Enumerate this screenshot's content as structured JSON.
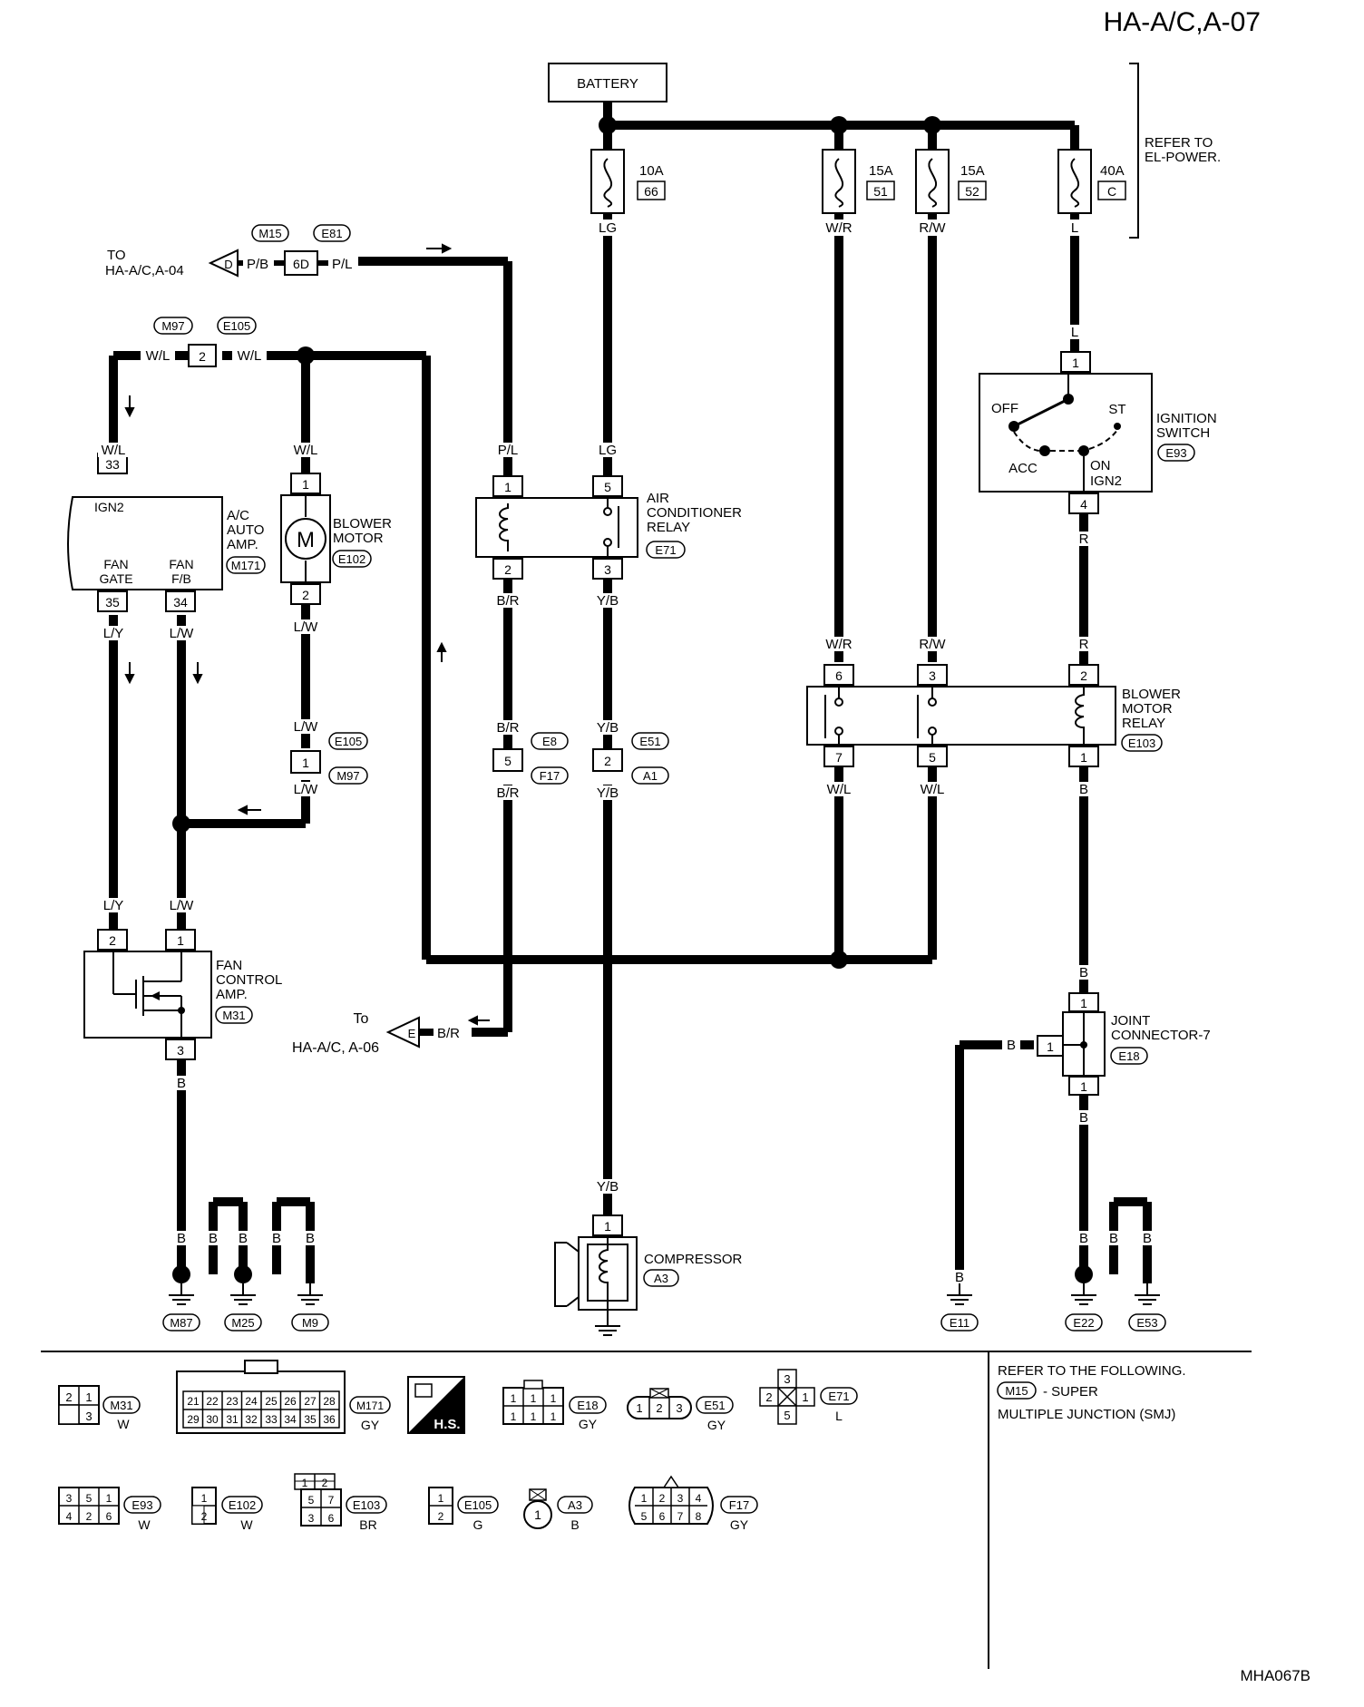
{
  "header": {
    "page_id": "HA-A/C,A-07"
  },
  "footer": {
    "figure_code": "MHA067B"
  },
  "power": {
    "battery_label": "BATTERY",
    "refer_to": [
      "REFER TO",
      "EL-POWER."
    ],
    "fuses": [
      {
        "amp": "10A",
        "num": "66",
        "wire": "LG"
      },
      {
        "amp": "15A",
        "num": "51",
        "wire": "W/R"
      },
      {
        "amp": "15A",
        "num": "52",
        "wire": "R/W"
      },
      {
        "amp": "40A",
        "num": "C",
        "wire": "L"
      }
    ]
  },
  "offpage": {
    "to_a04": {
      "to": "TO",
      "page": "HA-A/C,A-04",
      "id": "D",
      "wire1": "P/B",
      "pin": "6D",
      "wire2": "P/L",
      "conn1": "M15",
      "conn2": "E81"
    },
    "to_a06": {
      "to": "To",
      "page": "HA-A/C, A-06",
      "id": "E",
      "wire": "B/R"
    }
  },
  "wires": {
    "wl": "W/L",
    "pl": "P/L",
    "lg": "LG",
    "ly": "L/Y",
    "lw": "L/W",
    "br": "B/R",
    "yb": "Y/B",
    "wr": "W/R",
    "rw": "R/W",
    "r": "R",
    "b": "B",
    "l": "L"
  },
  "components": {
    "ac_amp": {
      "label": [
        "A/C",
        "AUTO",
        "AMP."
      ],
      "conn": "M171",
      "ign2": "IGN2",
      "fan_gate": [
        "FAN",
        "GATE"
      ],
      "fan_fb": [
        "FAN",
        "F/B"
      ],
      "pins": [
        "33",
        "35",
        "34"
      ]
    },
    "blower_motor": {
      "label": [
        "BLOWER",
        "MOTOR"
      ],
      "conn": "E102",
      "symbol": "M",
      "pins": [
        "1",
        "2"
      ]
    },
    "ac_relay": {
      "label": [
        "AIR",
        "CONDITIONER",
        "RELAY"
      ],
      "conn": "E71",
      "pins": [
        "1",
        "5",
        "2",
        "3"
      ]
    },
    "ignition_switch": {
      "label": [
        "IGNITION",
        "SWITCH"
      ],
      "conn": "E93",
      "off": "OFF",
      "st": "ST",
      "acc": "ACC",
      "on": "ON",
      "ign2": "IGN2",
      "pins": [
        "1",
        "4"
      ]
    },
    "blower_relay": {
      "label": [
        "BLOWER",
        "MOTOR",
        "RELAY"
      ],
      "conn": "E103",
      "pins": [
        "6",
        "3",
        "2",
        "7",
        "5",
        "1"
      ]
    },
    "fan_control_amp": {
      "label": [
        "FAN",
        "CONTROL",
        "AMP."
      ],
      "conn": "M31",
      "pins": [
        "2",
        "1",
        "3"
      ]
    },
    "joint_connector": {
      "label": [
        "JOINT",
        "CONNECTOR-7"
      ],
      "conn": "E18",
      "pins": [
        "1",
        "1",
        "1"
      ]
    },
    "compressor": {
      "label": "COMPRESSOR",
      "conn": "A3",
      "pin": "1"
    }
  },
  "inline_connectors": {
    "m97_e105_top": {
      "c1": "M97",
      "c2": "E105",
      "pin": "2"
    },
    "e105_m97": {
      "c1": "E105",
      "c2": "M97",
      "pin": "1"
    },
    "e8_f17": {
      "c1": "E8",
      "c2": "F17",
      "pin": "5"
    },
    "e51_a1": {
      "c1": "E51",
      "c2": "A1",
      "pin": "2"
    }
  },
  "grounds": [
    "M87",
    "M25",
    "M9",
    "E11",
    "E22",
    "E53"
  ],
  "legend": {
    "refer": [
      "REFER TO THE FOLLOWING.",
      "- SUPER",
      "MULTIPLE JUNCTION (SMJ)"
    ],
    "refer_conn": "M15",
    "hs": "H.S.",
    "items": [
      {
        "id": "M31",
        "color": "W",
        "cells": [
          "2",
          "1",
          "3"
        ]
      },
      {
        "id": "M171",
        "color": "GY",
        "cells": [
          "21",
          "22",
          "23",
          "24",
          "25",
          "26",
          "27",
          "28",
          "29",
          "30",
          "31",
          "32",
          "33",
          "34",
          "35",
          "36"
        ]
      },
      {
        "id": "E18",
        "color": "GY",
        "cells": [
          "1",
          "1",
          "1",
          "1",
          "1",
          "1"
        ]
      },
      {
        "id": "E51",
        "color": "GY",
        "cells": [
          "1",
          "2",
          "3"
        ]
      },
      {
        "id": "E71",
        "color": "L",
        "cells": [
          "3",
          "2",
          "1",
          "5"
        ]
      },
      {
        "id": "E93",
        "color": "W",
        "cells": [
          "3",
          "5",
          "1",
          "4",
          "2",
          "6"
        ]
      },
      {
        "id": "E102",
        "color": "W",
        "cells": [
          "1",
          "2"
        ]
      },
      {
        "id": "E103",
        "color": "BR",
        "cells": [
          "1",
          "2",
          "5",
          "7",
          "3",
          "6"
        ]
      },
      {
        "id": "E105",
        "color": "G",
        "cells": [
          "1",
          "2"
        ]
      },
      {
        "id": "A3",
        "color": "B",
        "cells": [
          "1"
        ]
      },
      {
        "id": "F17",
        "color": "GY",
        "cells": [
          "1",
          "2",
          "3",
          "4",
          "5",
          "6",
          "7",
          "8"
        ]
      }
    ]
  }
}
